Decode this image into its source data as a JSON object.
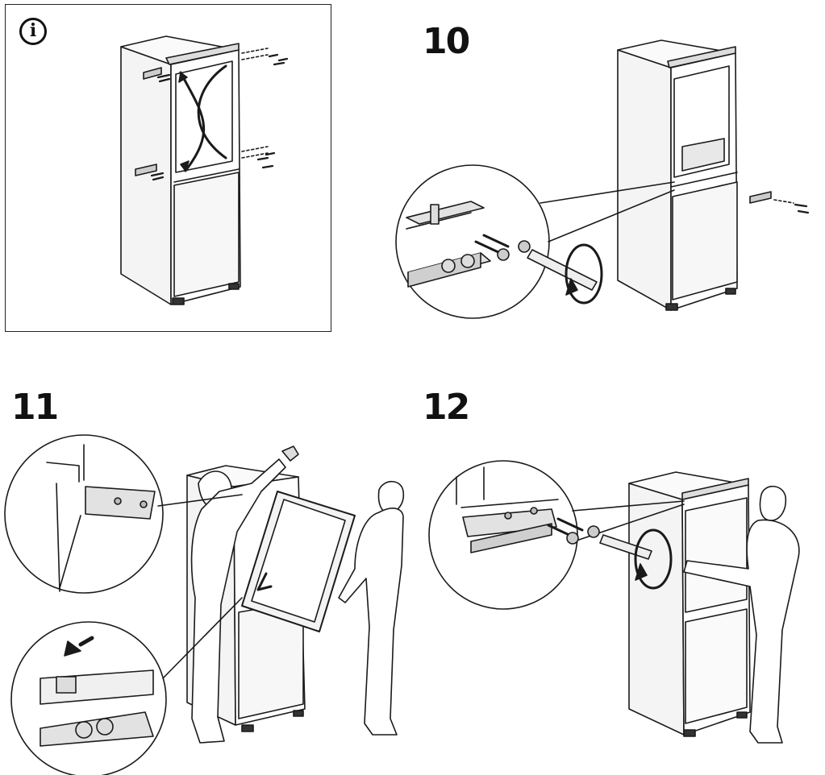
{
  "steps": [
    {
      "id": "info",
      "label": "",
      "icon": "info-icon"
    },
    {
      "id": "step10",
      "label": "10"
    },
    {
      "id": "step11",
      "label": "11"
    },
    {
      "id": "step12",
      "label": "12"
    }
  ],
  "info_icon_glyph": "i",
  "colors": {
    "line": "#1a1a1a",
    "fill_light": "#f4f4f4",
    "fill_mid": "#dedede",
    "fill_dark": "#bcbcbc"
  }
}
